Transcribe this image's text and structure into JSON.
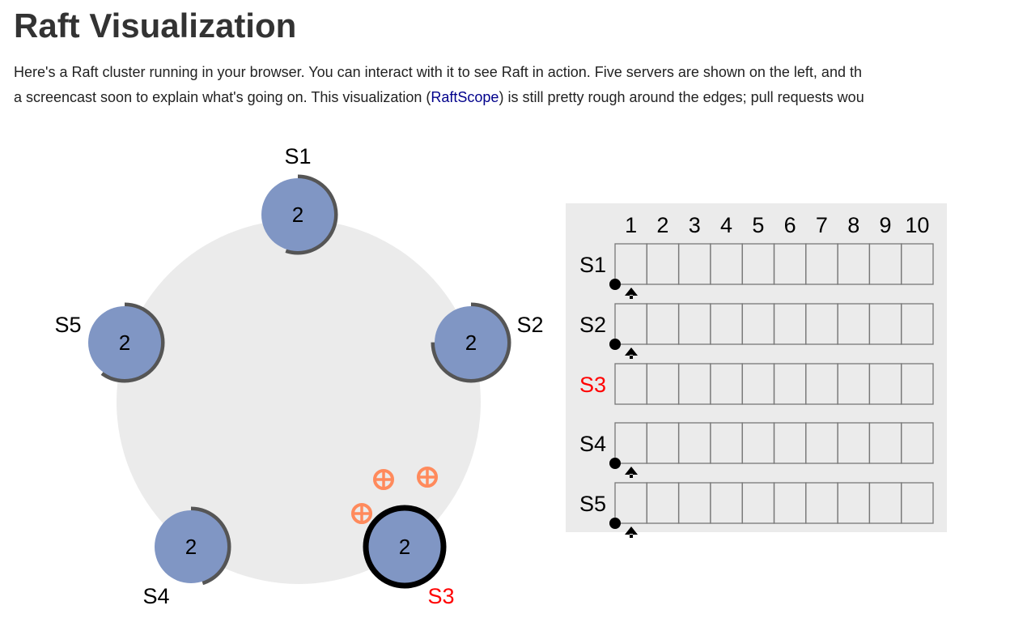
{
  "title": "Raft Visualization",
  "intro": {
    "line1": "Here's a Raft cluster running in your browser. You can interact with it to see Raft in action. Five servers are shown on the left, and th",
    "line2_before": "a screencast soon to explain what's going on. This visualization (",
    "link": "RaftScope",
    "line2_after": ") is still pretty rough around the edges; pull requests wou"
  },
  "servers": [
    {
      "id": "S1",
      "term": "2",
      "candidate": false
    },
    {
      "id": "S2",
      "term": "2",
      "candidate": false
    },
    {
      "id": "S3",
      "term": "2",
      "candidate": true
    },
    {
      "id": "S4",
      "term": "2",
      "candidate": false
    },
    {
      "id": "S5",
      "term": "2",
      "candidate": false
    }
  ],
  "log": {
    "indices": [
      "1",
      "2",
      "3",
      "4",
      "5",
      "6",
      "7",
      "8",
      "9",
      "10"
    ],
    "rows": [
      "S1",
      "S2",
      "S3",
      "S4",
      "S5"
    ]
  },
  "colors": {
    "server": "#8096c4",
    "candidate_label": "#ff0000",
    "message": "#ff8a5c",
    "ring": "#ebebeb"
  }
}
